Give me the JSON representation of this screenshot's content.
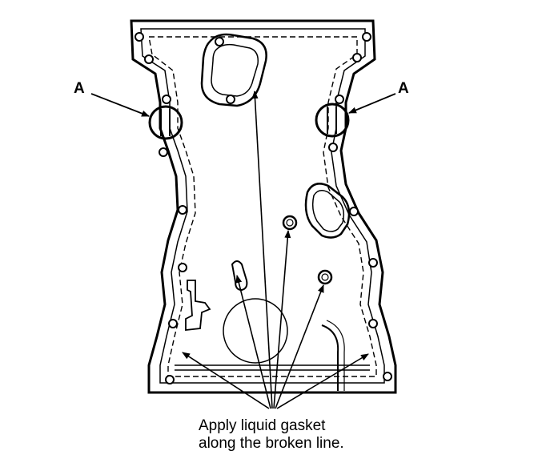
{
  "diagram": {
    "callouts": {
      "left": "A",
      "right": "A"
    },
    "caption": {
      "line1": "Apply liquid gasket",
      "line2": "along the broken line."
    },
    "colors": {
      "ink": "#000000",
      "paper": "#ffffff"
    }
  }
}
